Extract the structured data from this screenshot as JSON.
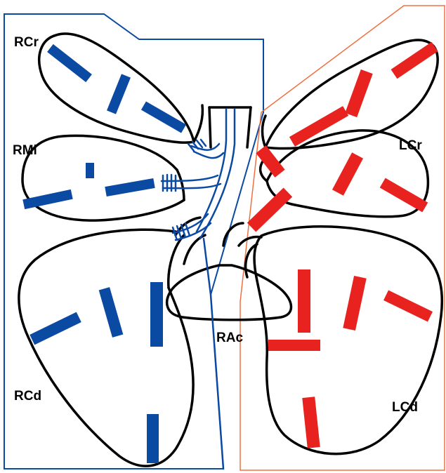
{
  "colors": {
    "right_side": "#0a4aa3",
    "left_side": "#e8231f",
    "outline": "#000000"
  },
  "labels": {
    "rcr": "RCr",
    "rmi": "RMi",
    "rcd": "RCd",
    "rac": "RAc",
    "lcr": "LCr",
    "lcd": "LCd"
  }
}
